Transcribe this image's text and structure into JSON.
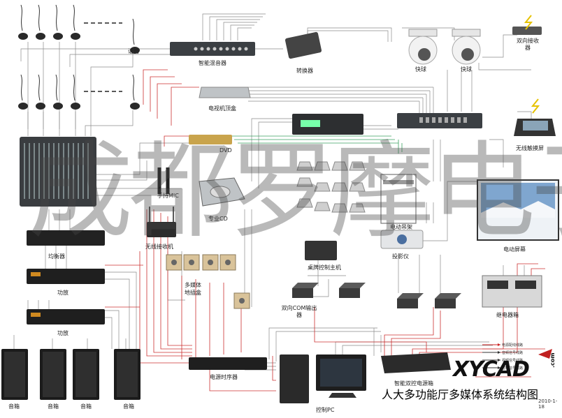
{
  "labels": {
    "mic": "话筒",
    "mixer": "智能混音器",
    "converter": "转换器",
    "speed_dome_1": "快球",
    "speed_dome_2": "快球",
    "receiver_two_way": "双向接收器",
    "tv_box": "电视机顶盒",
    "touch_screen": "无线触摸屏",
    "dvd": "DVD",
    "handheld_mic": "手持MIC",
    "pro_cd": "专业CD",
    "wireless_receiver": "无线接收机",
    "equalizer": "均衡器",
    "amp_1": "功放",
    "amp_2": "功放",
    "multimedia_box": "多媒体地插盒",
    "desk_host": "桌牌控制主机",
    "com_card": "双向COM输出器",
    "lift": "电动吊架",
    "projector": "投影仪",
    "screen": "电动屏幕",
    "relay_box": "继电器箱",
    "speaker_1": "音箱",
    "speaker_2": "音箱",
    "speaker_3": "音箱",
    "speaker_4": "音箱",
    "sequencer": "电源时序器",
    "power_box": "智能双控电源箱",
    "control_pc": "控制PC"
  },
  "watermark": "成都罗摩电子",
  "brand": "XYCAD",
  "brand_suffix": ".com",
  "title": "人大多功能厅多媒体系统结构图",
  "date": "2010-1-18",
  "legend": [
    {
      "text": "电源配线线路",
      "color": "#cc2222"
    },
    {
      "text": "音频信号线路",
      "color": "#333333"
    },
    {
      "text": "视频信号线路",
      "color": "#333333"
    },
    {
      "text": "控制信号线路",
      "color": "#333333"
    }
  ],
  "colors": {
    "audio_line": "#8a8a8a",
    "power_line": "#cc3030",
    "video_line": "#3aa060",
    "device_dark": "#2a2a2a",
    "device_silver": "#bfc3c6"
  }
}
